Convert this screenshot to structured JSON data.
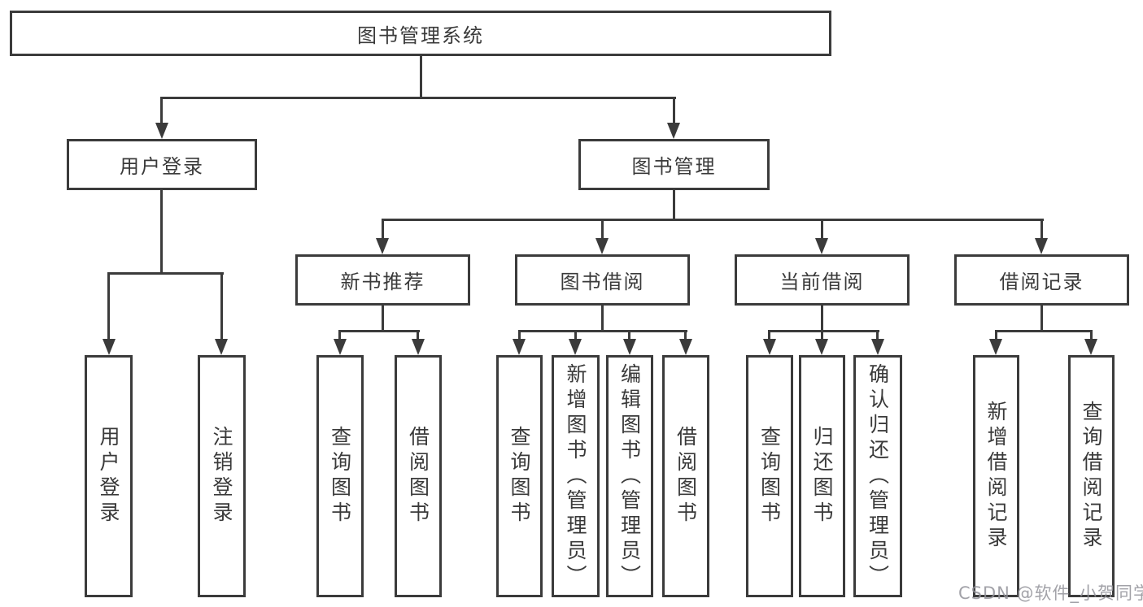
{
  "nodes": {
    "root": {
      "label": "图书管理系统"
    },
    "level2": [
      {
        "label": "用户登录"
      },
      {
        "label": "图书管理"
      }
    ],
    "level3": [
      {
        "label": "新书推荐"
      },
      {
        "label": "图书借阅"
      },
      {
        "label": "当前借阅"
      },
      {
        "label": "借阅记录"
      }
    ],
    "leaves": {
      "user_login": [
        "用户登录",
        "注销登录"
      ],
      "new_book_recommend": [
        "查询图书",
        "借阅图书"
      ],
      "book_borrowing": [
        "查询图书",
        "新增图书（管理员）",
        "编辑图书（管理员）",
        "借阅图书"
      ],
      "current_borrowing": [
        "查询图书",
        "归还图书",
        "确认归还（管理员）"
      ],
      "borrowing_records": [
        "新增借阅记录",
        "查询借阅记录"
      ]
    }
  },
  "watermark": "CSDN @软件_小贺同学",
  "colors": {
    "line": "#3b3b3b",
    "text": "#3a3a3a",
    "background": "#ffffff",
    "watermark": "#929299"
  }
}
